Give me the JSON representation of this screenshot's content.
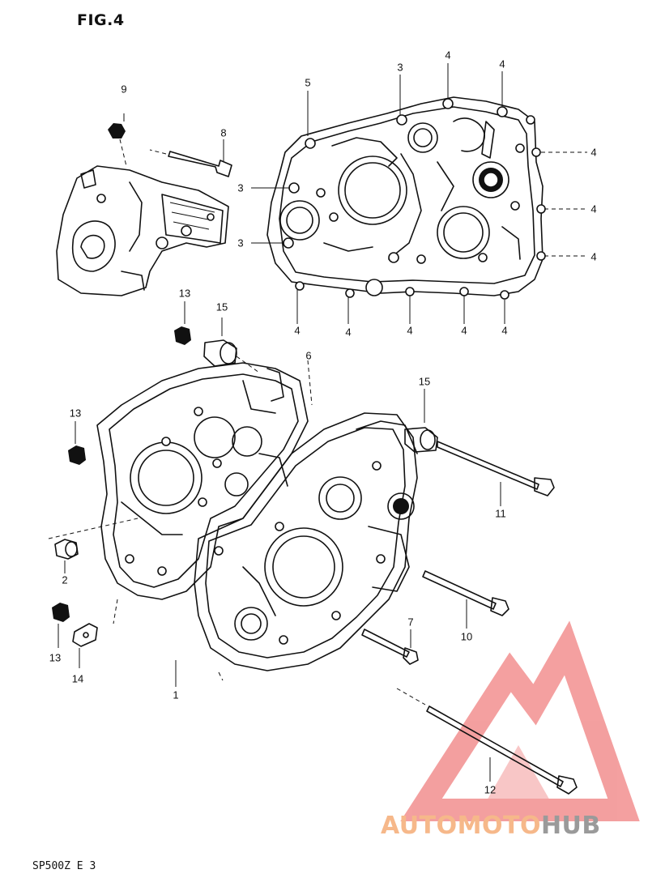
{
  "figure": {
    "title": "FIG.4",
    "model_code": "SP500Z E 3"
  },
  "watermark": {
    "text_part1": "AUTOMOTO",
    "text_part2": "HUB",
    "color_part1": "#f6b88a",
    "color_part2": "#9a9a9a",
    "logo_color": "#f08080"
  },
  "callouts": [
    {
      "id": "c9",
      "text": "9"
    },
    {
      "id": "c8",
      "text": "8"
    },
    {
      "id": "c5",
      "text": "5"
    },
    {
      "id": "c3a",
      "text": "3"
    },
    {
      "id": "c4a",
      "text": "4"
    },
    {
      "id": "c4b",
      "text": "4"
    },
    {
      "id": "c3b",
      "text": "3"
    },
    {
      "id": "c3c",
      "text": "3"
    },
    {
      "id": "c4c",
      "text": "4"
    },
    {
      "id": "c4d",
      "text": "4"
    },
    {
      "id": "c4e",
      "text": "4"
    },
    {
      "id": "c4f",
      "text": "4"
    },
    {
      "id": "c4g",
      "text": "4"
    },
    {
      "id": "c4h",
      "text": "4"
    },
    {
      "id": "c4i",
      "text": "4"
    },
    {
      "id": "c4j",
      "text": "4"
    },
    {
      "id": "c13a",
      "text": "13"
    },
    {
      "id": "c15a",
      "text": "15"
    },
    {
      "id": "c6",
      "text": "6"
    },
    {
      "id": "c15b",
      "text": "15"
    },
    {
      "id": "c13b",
      "text": "13"
    },
    {
      "id": "c11",
      "text": "11"
    },
    {
      "id": "c2",
      "text": "2"
    },
    {
      "id": "c7",
      "text": "7"
    },
    {
      "id": "c10",
      "text": "10"
    },
    {
      "id": "c13c",
      "text": "13"
    },
    {
      "id": "c14",
      "text": "14"
    },
    {
      "id": "c1",
      "text": "1"
    },
    {
      "id": "c12",
      "text": "12"
    }
  ]
}
